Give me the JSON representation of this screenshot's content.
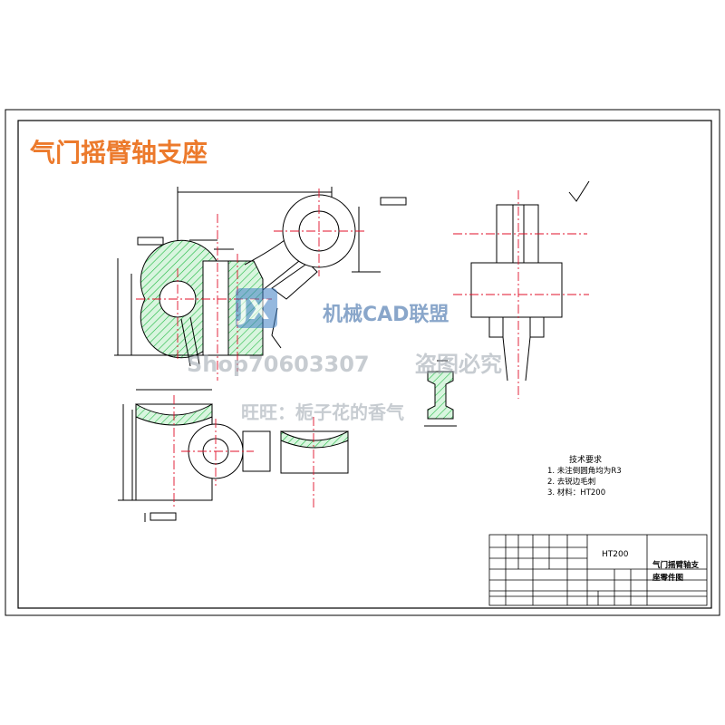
{
  "sheet": {
    "title": "气门摇臂轴支座",
    "title_color": "#ec7a2c",
    "line_color": "#000000",
    "center_line_color": "#e0102a",
    "hatch_color": "#22bb44"
  },
  "watermark": {
    "logo_letters": "JX",
    "brand": "机械CAD联盟",
    "shop": "Shop70603307",
    "slogan": "盗图必究",
    "contact": "旺旺：栀子花的香气"
  },
  "tech_requirements": {
    "heading": "技术要求",
    "items": [
      "1. 未注倒圆角均为R3",
      "2. 去锐边毛刺",
      "3. 材料：HT200"
    ]
  },
  "title_block": {
    "material": "HT200",
    "part_name_line1": "气门摇臂轴支",
    "part_name_line2": "座零件图"
  }
}
